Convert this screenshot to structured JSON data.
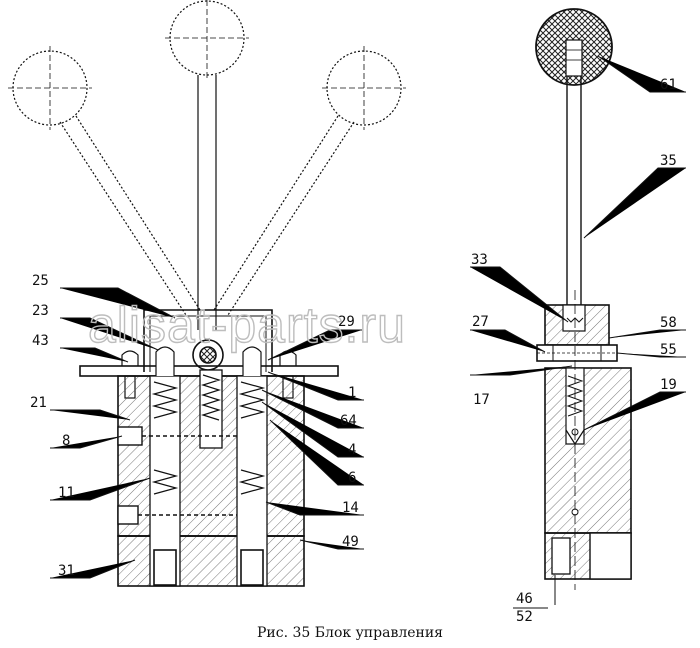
{
  "caption": "Рис. 35 Блок управления",
  "watermark": "alisat-parts.ru",
  "callouts_left": [
    {
      "id": "25",
      "label": "25"
    },
    {
      "id": "23",
      "label": "23"
    },
    {
      "id": "43",
      "label": "43"
    },
    {
      "id": "29",
      "label": "29"
    },
    {
      "id": "21",
      "label": "21"
    },
    {
      "id": "1",
      "label": "1"
    },
    {
      "id": "64",
      "label": "64"
    },
    {
      "id": "4",
      "label": "4"
    },
    {
      "id": "8",
      "label": "8"
    },
    {
      "id": "6",
      "label": "6"
    },
    {
      "id": "11",
      "label": "11"
    },
    {
      "id": "14",
      "label": "14"
    },
    {
      "id": "49",
      "label": "49"
    },
    {
      "id": "31",
      "label": "31"
    }
  ],
  "callouts_right": [
    {
      "id": "61",
      "label": "61"
    },
    {
      "id": "35",
      "label": "35"
    },
    {
      "id": "33",
      "label": "33"
    },
    {
      "id": "27",
      "label": "27"
    },
    {
      "id": "58",
      "label": "58"
    },
    {
      "id": "55",
      "label": "55"
    },
    {
      "id": "17",
      "label": "17"
    },
    {
      "id": "19",
      "label": "19"
    },
    {
      "id": "46",
      "label": "46"
    },
    {
      "id": "52",
      "label": "52"
    }
  ]
}
